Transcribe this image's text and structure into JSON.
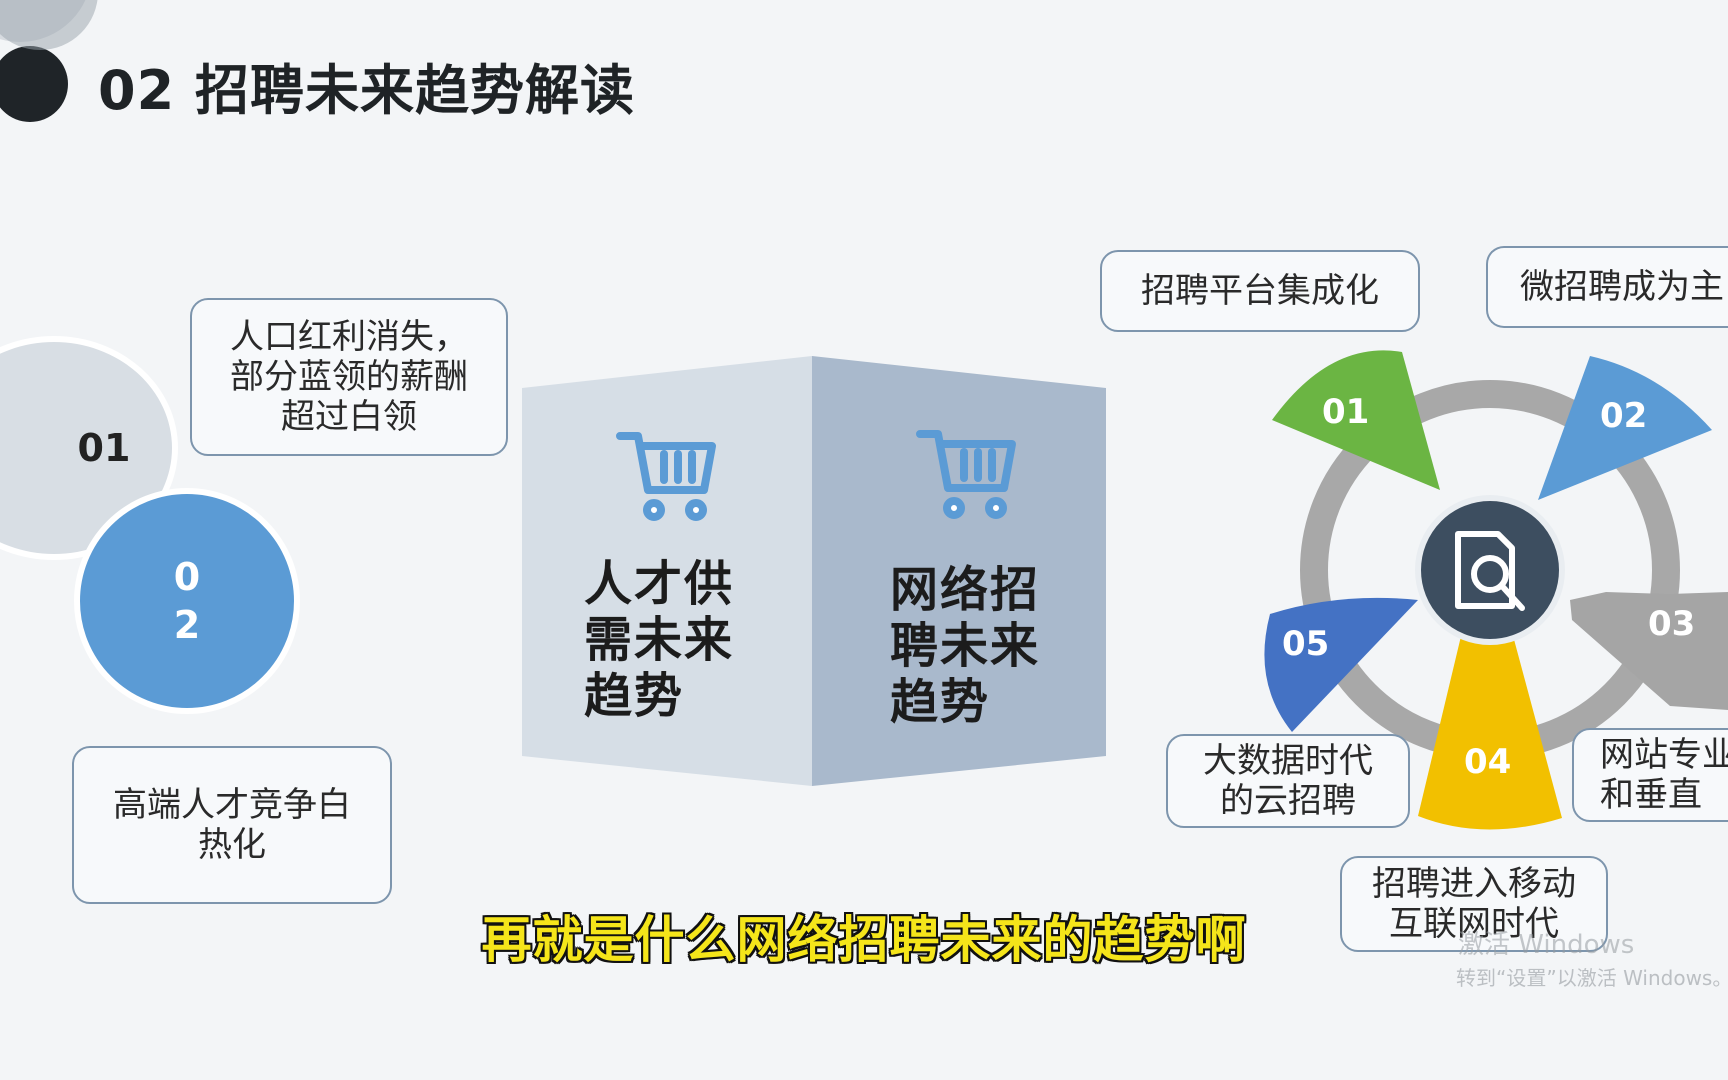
{
  "slide": {
    "title": "02 招聘未来趋势解读"
  },
  "left": {
    "circle_1": "01",
    "circle_2": "0\n2",
    "box_1": "人口红利消失，\n部分蓝领的薪酬\n超过白领",
    "box_2": "高端人才竞争白\n热化"
  },
  "cube": {
    "left_face_text": "人才供\n需未来\n趋势",
    "right_face_text": "网络招\n聘未来\n趋势",
    "icon": "shopping-cart-icon"
  },
  "right": {
    "center_icon": "document-search-icon",
    "petals": [
      {
        "num": "01",
        "color": "#6bb543"
      },
      {
        "num": "02",
        "color": "#5b9bd5"
      },
      {
        "num": "03",
        "color": "#a5a5a5"
      },
      {
        "num": "04",
        "color": "#f2c000"
      },
      {
        "num": "05",
        "color": "#4472c4"
      }
    ],
    "labels": {
      "l01": "招聘平台集成化",
      "l02": "微招聘成为主",
      "l03": "网站专业\n和垂直",
      "l04": "招聘进入移动\n互联网时代",
      "l05": "大数据时代\n的云招聘"
    }
  },
  "subtitle": "再就是什么网络招聘未来的趋势啊",
  "watermark": {
    "line1": "激活 Windows",
    "line2": "转到“设置”以激活 Windows。"
  }
}
